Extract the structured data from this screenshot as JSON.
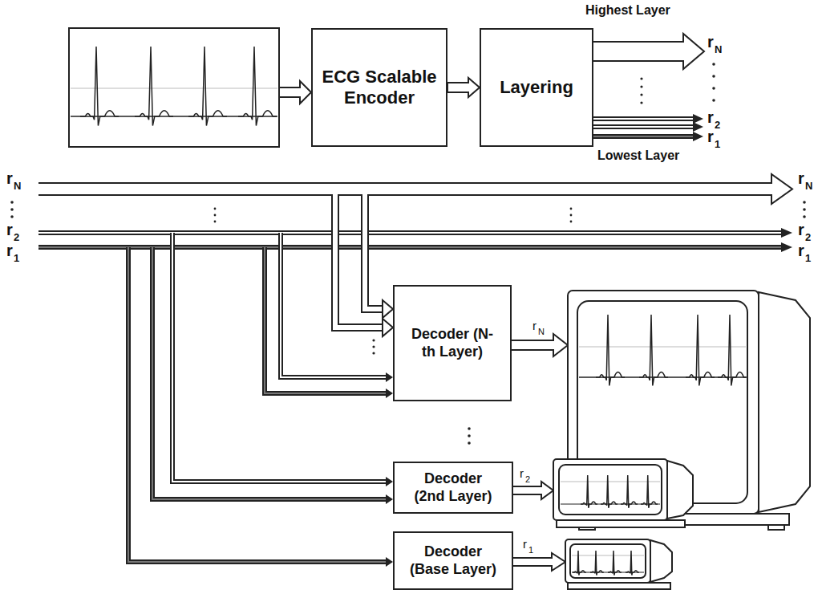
{
  "diagram": {
    "nodes": [
      {
        "text": [
          "ECG Scalable Encoder"
        ]
      },
      {
        "text": [
          "Layering"
        ]
      },
      {
        "text": [
          "Decoder (N-th Layer)"
        ]
      },
      {
        "text": [
          "Decoder (2nd Layer)"
        ]
      },
      {
        "text": [
          "Decoder (Base Layer)"
        ]
      }
    ],
    "edges": [
      {
        "from": 0,
        "to": 1,
        "arrow": "to"
      }
    ],
    "labels": [
      "Highest Layer",
      "Lowest Layer",
      "r",
      "N",
      "r",
      "2",
      "r",
      "1",
      "r",
      "N",
      "r",
      "2",
      "r",
      "1",
      "r",
      "N",
      "r",
      "2",
      "r",
      "1",
      "r",
      "N",
      "r",
      "2",
      "r",
      "1"
    ]
  }
}
